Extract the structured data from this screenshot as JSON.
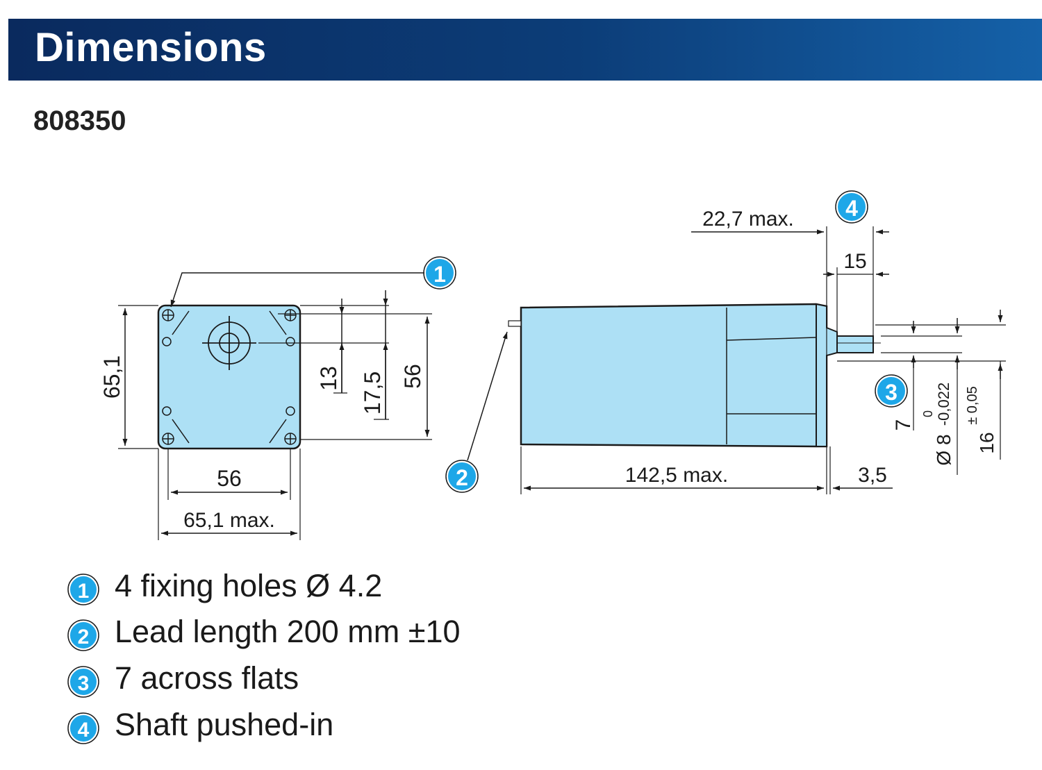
{
  "header": {
    "title": "Dimensions"
  },
  "reference": "808350",
  "front_view": {
    "callout_1": "1",
    "dim_height_overall": "65,1",
    "dim_13": "13",
    "dim_17_5": "17,5",
    "dim_56_vertical": "56",
    "dim_56_horizontal": "56",
    "dim_width_overall": "65,1 max."
  },
  "side_view": {
    "callout_2": "2",
    "callout_3": "3",
    "callout_4": "4",
    "dim_22_7": "22,7 max.",
    "dim_15": "15",
    "dim_length": "142,5 max.",
    "dim_3_5": "3,5",
    "dim_7": "7",
    "dim_dia8_base": "Ø 8",
    "dim_dia8_upper": "0",
    "dim_dia8_lower": "-0,022",
    "dim_16_base": "16",
    "dim_16_tol": "± 0,05"
  },
  "legend": [
    {
      "number": "1",
      "text": "4 fixing holes Ø 4.2"
    },
    {
      "number": "2",
      "text": "Lead length 200 mm ±10"
    },
    {
      "number": "3",
      "text": "7 across flats"
    },
    {
      "number": "4",
      "text": "Shaft pushed-in"
    }
  ],
  "colors": {
    "header_dark": "#0a2a5e",
    "header_light": "#1561a8",
    "motor_fill": "#ade0f5",
    "callout_fill": "#1ea7e8",
    "line": "#1a1a1a"
  }
}
